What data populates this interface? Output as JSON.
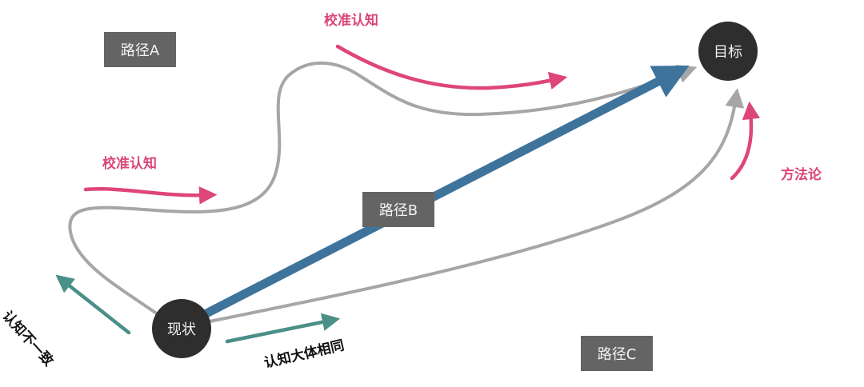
{
  "nodes": {
    "start": {
      "label": "现状"
    },
    "goal": {
      "label": "目标"
    }
  },
  "paths": {
    "a": {
      "label": "路径A"
    },
    "b": {
      "label": "路径B"
    },
    "c": {
      "label": "路径C"
    }
  },
  "annotations": {
    "calibrate_top": "校准认知",
    "calibrate_left": "校准认知",
    "methodology": "方法论",
    "inconsistent": "认知不一致",
    "consistent": "认知大体相同"
  },
  "colors": {
    "path_grey": "#a6a6a6",
    "path_b_blue": "#3e739b",
    "calibrate_pink": "#de4677",
    "cognition_teal": "#4a8f88",
    "node_fill": "#2e2e2e",
    "label_box": "#646464"
  }
}
